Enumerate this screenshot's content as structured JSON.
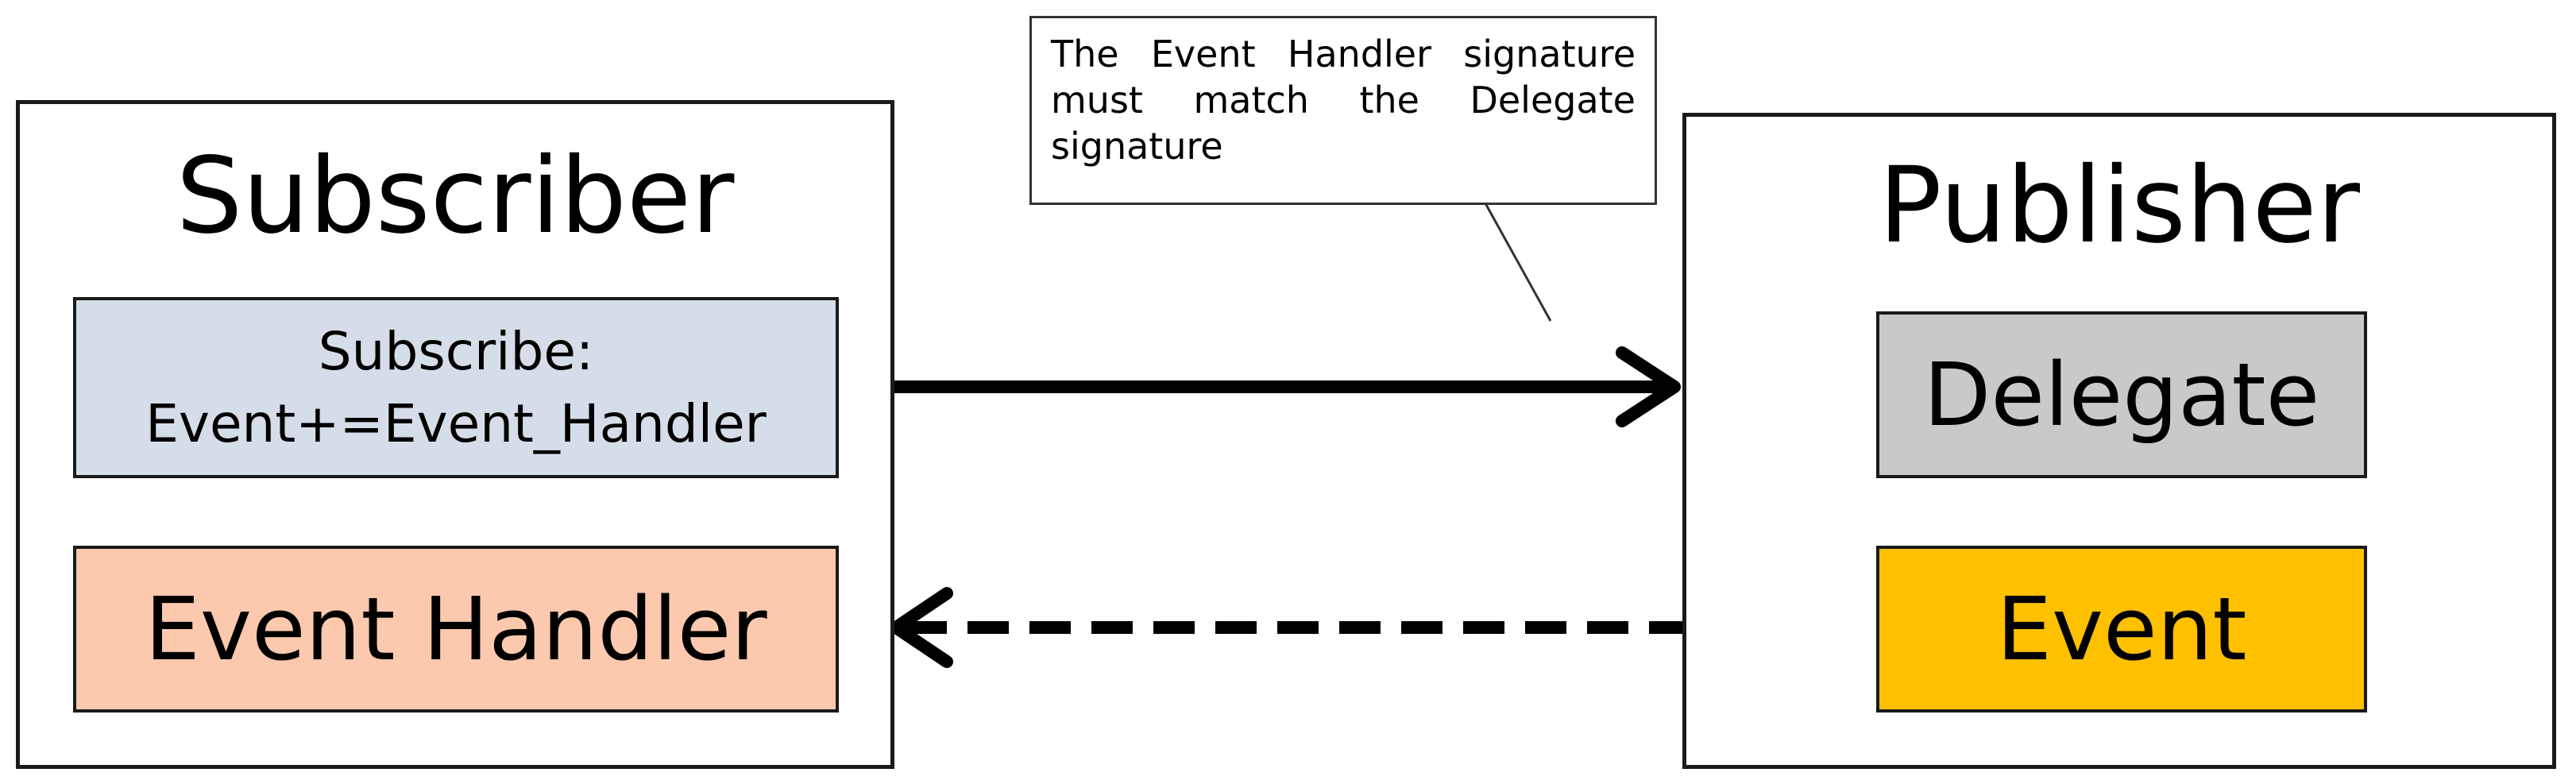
{
  "subscriber": {
    "title": "Subscriber",
    "subscribe_line1": "Subscribe:",
    "subscribe_line2": "Event+=Event_Handler",
    "handler_label": "Event Handler"
  },
  "publisher": {
    "title": "Publisher",
    "delegate_label": "Delegate",
    "event_label": "Event"
  },
  "callout": {
    "text": "The Event Handler signature must match the Delegate signature"
  },
  "colors": {
    "subscribe_fill": "#d5dde8",
    "handler_fill": "#fcc9ae",
    "delegate_fill": "#c9c9c9",
    "event_fill": "#ffc000",
    "stroke": "#1a1a1a"
  }
}
